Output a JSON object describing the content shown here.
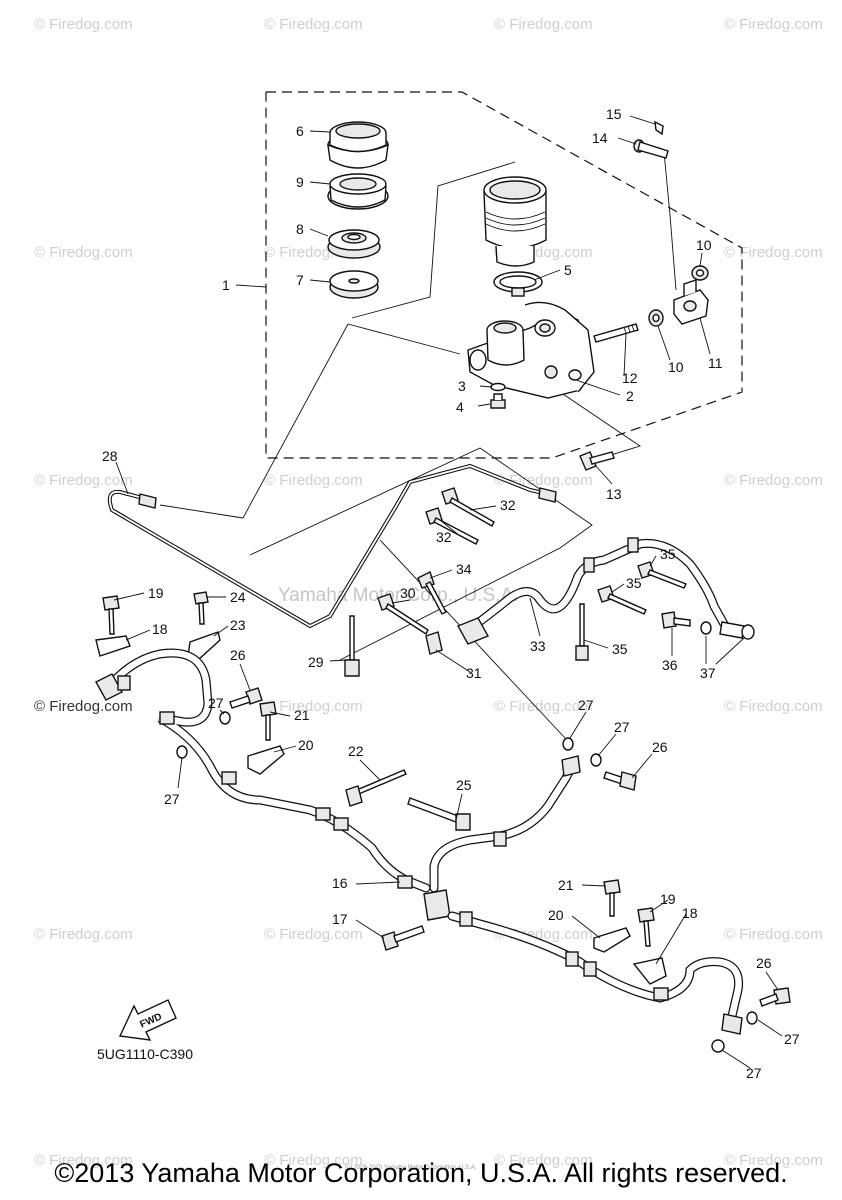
{
  "watermark": {
    "text": "© Firedog.com"
  },
  "center_watermark": {
    "text": "Yamaha Motor Corp., U.S.A."
  },
  "small_copyright": {
    "text": "(c) 2005-2015 Yamaha Motor Corporation, U.S.A."
  },
  "diagram_code": "5UG1110-C390",
  "fwd_label": "FWD",
  "footer": {
    "text": "©2013 Yamaha Motor Corporation, U.S.A. All rights reserved."
  },
  "callouts": {
    "c1": "1",
    "c2": "2",
    "c3": "3",
    "c4": "4",
    "c5": "5",
    "c6": "6",
    "c7": "7",
    "c8": "8",
    "c9": "9",
    "c10a": "10",
    "c10b": "10",
    "c11": "11",
    "c12": "12",
    "c13": "13",
    "c14": "14",
    "c15": "15",
    "c16": "16",
    "c17": "17",
    "c18a": "18",
    "c18b": "18",
    "c19a": "19",
    "c19b": "19",
    "c20a": "20",
    "c20b": "20",
    "c21a": "21",
    "c21b": "21",
    "c22": "22",
    "c23": "23",
    "c24": "24",
    "c25": "25",
    "c26a": "26",
    "c26b": "26",
    "c26c": "26",
    "c27a": "27",
    "c27b": "27",
    "c27c": "27",
    "c27d": "27",
    "c27e": "27",
    "c27f": "27",
    "c27g": "27",
    "c28": "28",
    "c29": "29",
    "c30": "30",
    "c31": "31",
    "c32a": "32",
    "c32b": "32",
    "c33": "33",
    "c34": "34",
    "c35a": "35",
    "c35b": "35",
    "c35c": "35",
    "c36": "36",
    "c37": "37"
  }
}
